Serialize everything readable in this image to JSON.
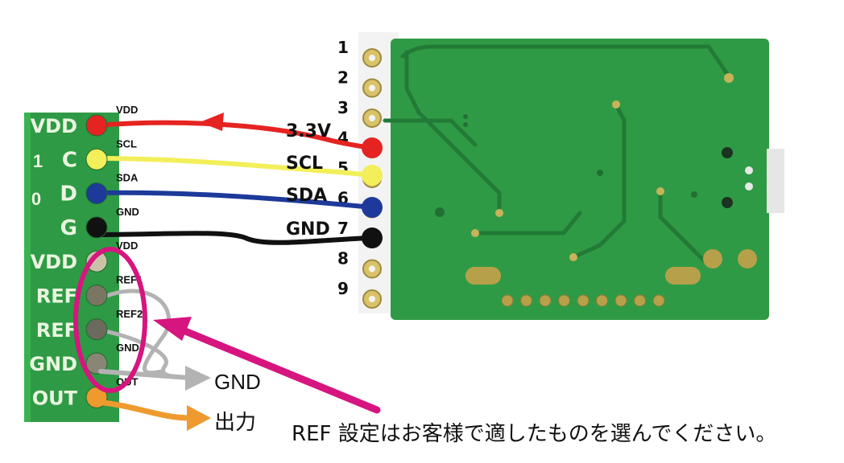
{
  "left_board": {
    "silk": [
      "VDD",
      "C",
      "D",
      "G",
      "VDD",
      "REF",
      "REF",
      "GND",
      "OUT"
    ],
    "side_labels": [
      "1",
      "0"
    ],
    "pins": [
      {
        "label": "VDD",
        "color": "#e52421"
      },
      {
        "label": "SCL",
        "color": "#f2ef5a"
      },
      {
        "label": "SDA",
        "color": "#1d3a9a"
      },
      {
        "label": "GND",
        "color": "#111111"
      },
      {
        "label": "VDD",
        "color": "#c9c2a8"
      },
      {
        "label": "REF1",
        "color": "#7b7564"
      },
      {
        "label": "REF2",
        "color": "#6c6a5e"
      },
      {
        "label": "GND",
        "color": "#8a8676"
      },
      {
        "label": "OUT",
        "color": "#ee9a2e"
      }
    ]
  },
  "right_board": {
    "pin_numbers": [
      "1",
      "2",
      "3",
      "4",
      "5",
      "6",
      "7",
      "8",
      "9"
    ],
    "signals": [
      {
        "pin": "4",
        "label": "3.3V"
      },
      {
        "pin": "5",
        "label": "SCL"
      },
      {
        "pin": "6",
        "label": "SDA"
      },
      {
        "pin": "7",
        "label": "GND"
      }
    ]
  },
  "arrows": {
    "gnd_label": "GND",
    "out_label": "出力"
  },
  "note": "REF 設定はお客様で適したものを選んでください。",
  "colors": {
    "board_green": "#2f9a45",
    "annotation_magenta": "#d6157f",
    "wire_red": "#e52421",
    "wire_yellow": "#f2ef5a",
    "wire_blue": "#1d3a9a",
    "wire_black": "#111111",
    "wire_gray": "#b3b3b3",
    "wire_orange": "#ee9a2e"
  }
}
